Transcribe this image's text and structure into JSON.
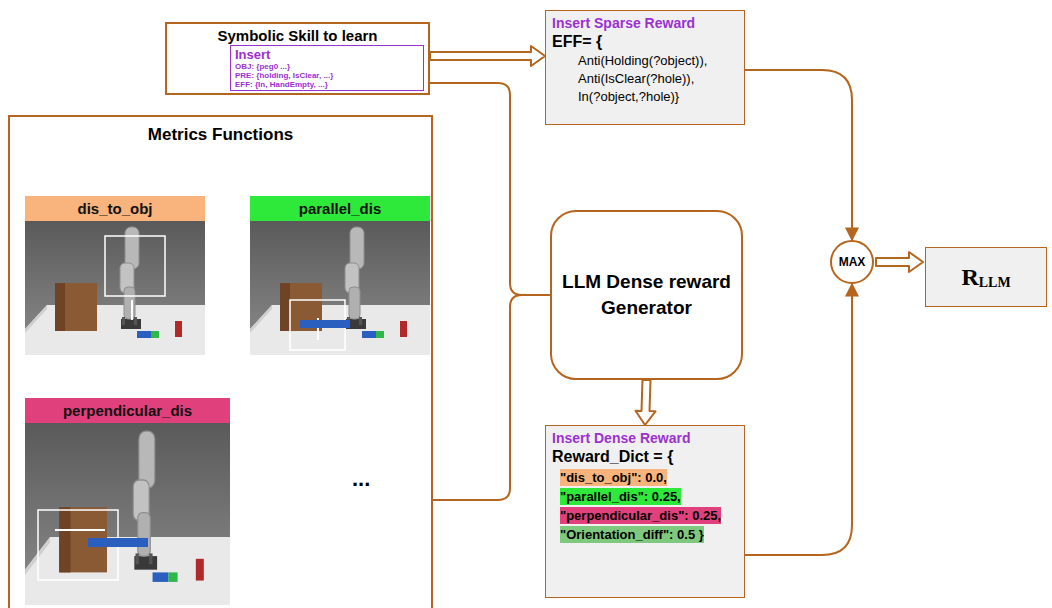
{
  "diagram": {
    "nodes": [
      {
        "text": [
          "Symbolic Skill to learn"
        ]
      },
      {
        "text": [
          "Insert",
          "OBJ: {peg0 ...}",
          "PRE: {holding, IsClear, ...}",
          "EFF: {In, HandEmpty, ...}"
        ],
        "in": 0
      },
      {
        "text": [
          "Metrics Functions"
        ]
      },
      {
        "text": [
          "dis_to_obj"
        ],
        "in": 2
      },
      {
        "text": [
          "parallel_dis"
        ],
        "in": 2
      },
      {
        "text": [
          "perpendicular_dis"
        ],
        "in": 2
      },
      {
        "text": [
          "Insert Sparse Reward",
          "EFF= {",
          "Anti(Holding(?object)),",
          "Anti(IsClear(?hole)),",
          "In(?object,?hole)}"
        ]
      },
      {
        "text": [
          "LLM Dense reward Generator"
        ]
      },
      {
        "text": [
          "Insert Dense Reward",
          "Reward_Dict = {",
          "\"dis_to_obj\": 0.0,",
          "\"parallel_dis\": 0.25,",
          "\"perpendicular_dis\": 0.25,",
          "\"Orientation_diff\": 0.5 }"
        ]
      },
      {
        "text": [
          "MAX"
        ]
      },
      {
        "text": [
          "R",
          "LLM"
        ]
      }
    ],
    "edges": [
      {
        "from": 0,
        "to": 6,
        "arrow": "to"
      },
      {
        "from": 0,
        "to": 7,
        "arrow": "none"
      },
      {
        "from": 2,
        "to": 7,
        "arrow": "none"
      },
      {
        "from": 7,
        "to": 8,
        "arrow": "to"
      },
      {
        "from": 6,
        "to": 9,
        "arrow": "to"
      },
      {
        "from": 8,
        "to": 9,
        "arrow": "to"
      },
      {
        "from": 9,
        "to": 10,
        "arrow": "to"
      }
    ],
    "labels": [
      "..."
    ]
  }
}
